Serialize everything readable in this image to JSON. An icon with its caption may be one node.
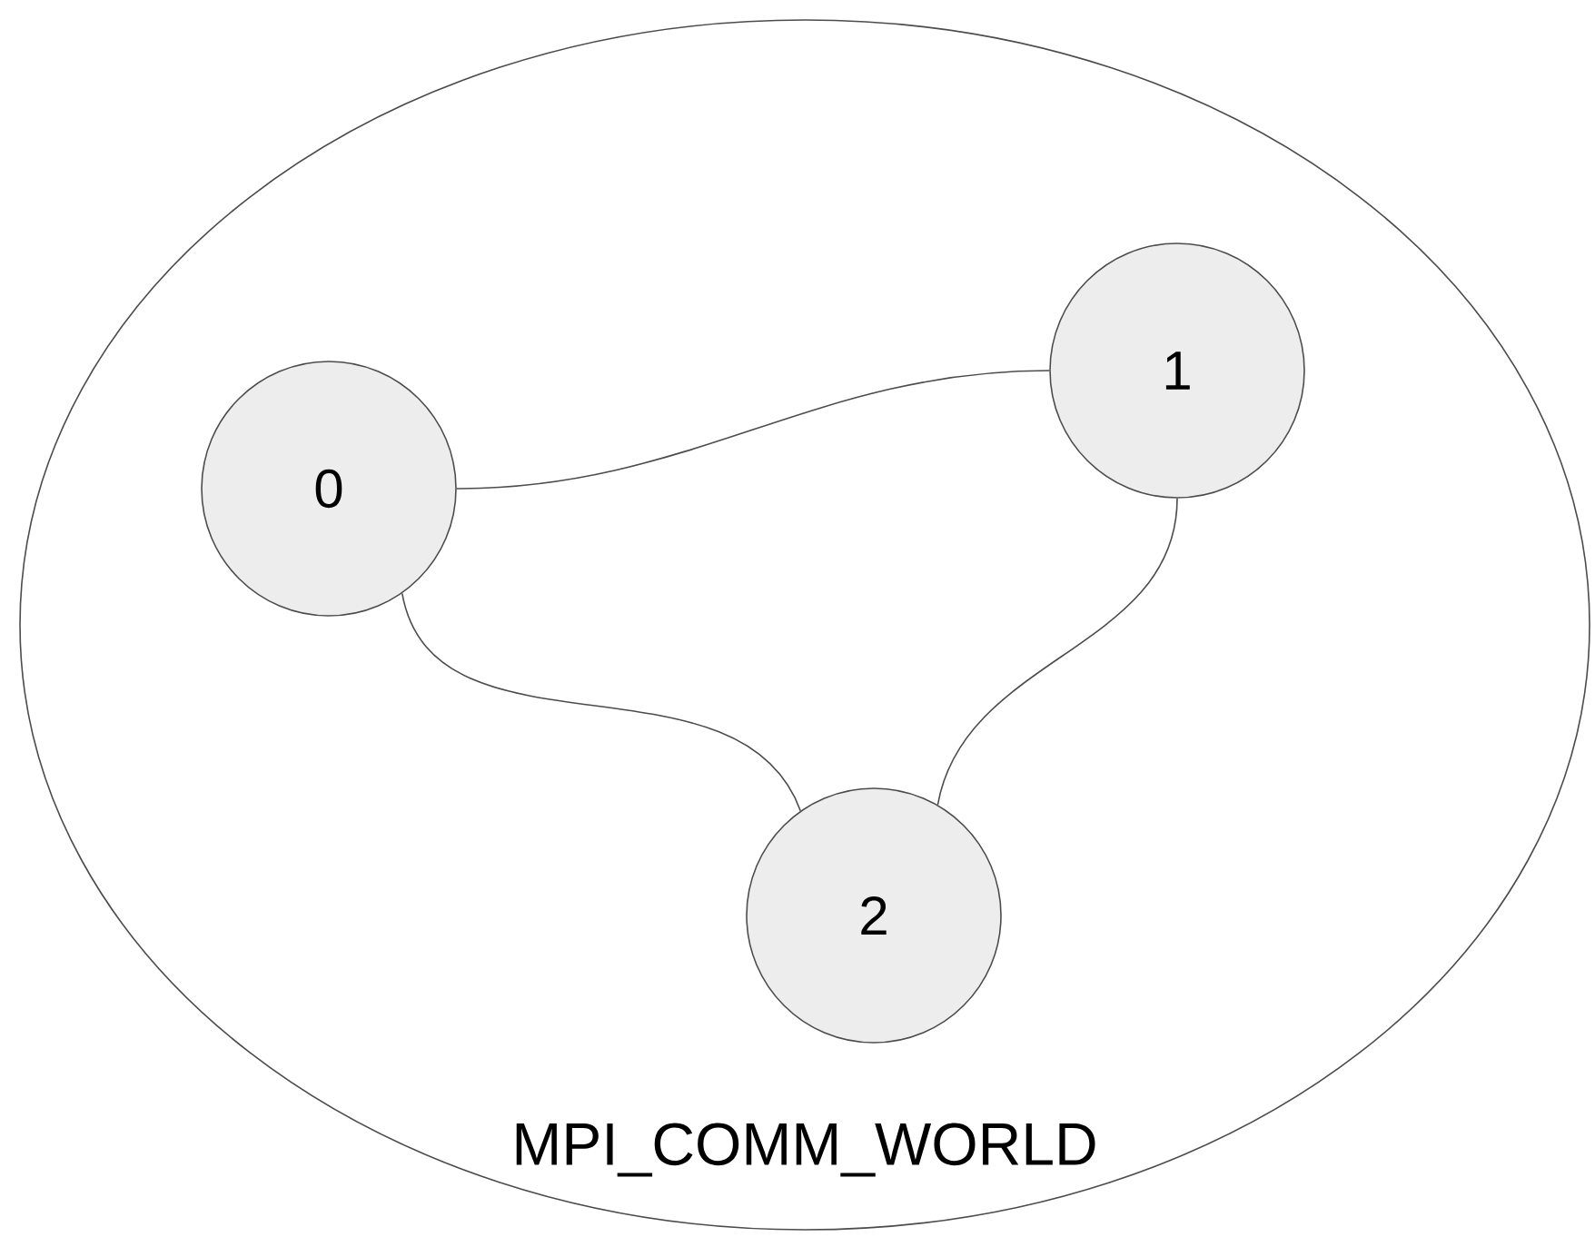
{
  "diagram": {
    "nodes": [
      {
        "text": [
          "MPI_COMM_WORLD"
        ]
      },
      {
        "text": [
          "0"
        ],
        "in": 0
      },
      {
        "text": [
          "1"
        ],
        "in": 0
      },
      {
        "text": [
          "2"
        ],
        "in": 0
      }
    ],
    "edges": [
      {
        "from": 1,
        "to": 2,
        "arrow": "none"
      },
      {
        "from": 1,
        "to": 3,
        "arrow": "none"
      },
      {
        "from": 2,
        "to": 3,
        "arrow": "none"
      }
    ]
  }
}
